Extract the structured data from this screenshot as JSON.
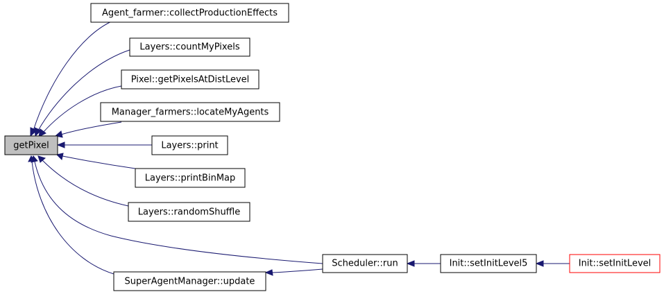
{
  "graph": {
    "focus_node": "getPixel",
    "nodes": {
      "getPixel": "getPixel",
      "collect": "Agent_farmer::collectProductionEffects",
      "countMyPixels": "Layers::countMyPixels",
      "getPixelsAtDistLevel": "Pixel::getPixelsAtDistLevel",
      "locateMyAgents": "Manager_farmers::locateMyAgents",
      "print": "Layers::print",
      "printBinMap": "Layers::printBinMap",
      "randomShuffle": "Layers::randomShuffle",
      "run": "Scheduler::run",
      "update": "SuperAgentManager::update",
      "setInitLevel5": "Init::setInitLevel5",
      "setInitLevel": "Init::setInitLevel"
    },
    "edges": [
      {
        "from": "collect",
        "to": "getPixel"
      },
      {
        "from": "countMyPixels",
        "to": "getPixel"
      },
      {
        "from": "getPixelsAtDistLevel",
        "to": "getPixel"
      },
      {
        "from": "locateMyAgents",
        "to": "getPixel"
      },
      {
        "from": "print",
        "to": "getPixel"
      },
      {
        "from": "printBinMap",
        "to": "getPixel"
      },
      {
        "from": "randomShuffle",
        "to": "getPixel"
      },
      {
        "from": "run",
        "to": "getPixel"
      },
      {
        "from": "update",
        "to": "getPixel"
      },
      {
        "from": "run",
        "to": "update"
      },
      {
        "from": "setInitLevel5",
        "to": "run"
      },
      {
        "from": "setInitLevel",
        "to": "setInitLevel5"
      }
    ],
    "colors": {
      "edge": "#191970",
      "focus_fill": "#bfbfbf",
      "node_border": "#000000",
      "truncated_border": "#ff0000"
    }
  }
}
